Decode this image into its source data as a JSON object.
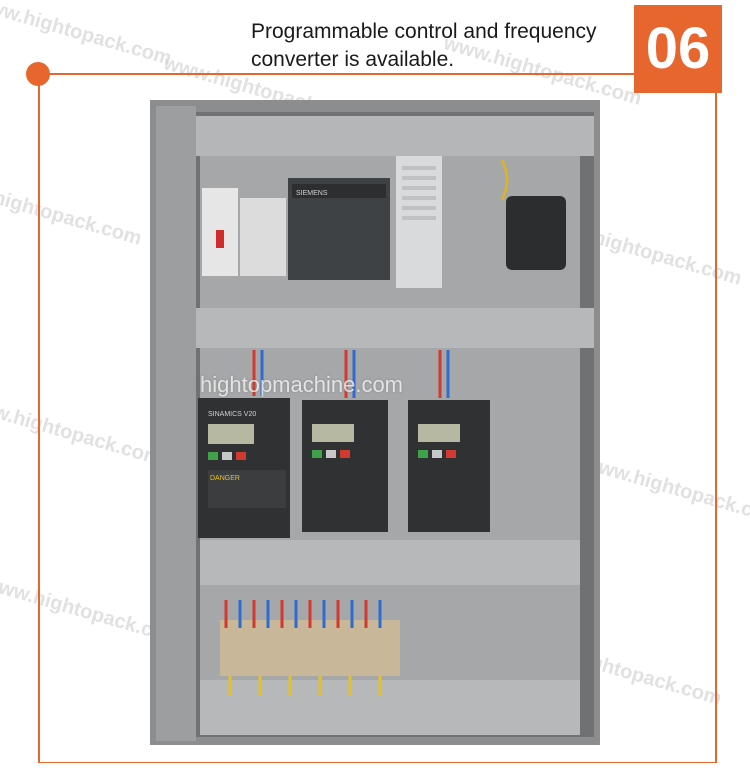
{
  "headline": {
    "line1": "Programmable control and frequency",
    "line2": "converter is available."
  },
  "step_badge": "06",
  "watermarks": {
    "main": "hightopmachine.com",
    "tile": "www.hightopack.com"
  },
  "photo": {
    "plc_brand": "SIEMENS",
    "vfd_model": "SINAMICS V20",
    "vfd_warning": "DANGER"
  },
  "colors": {
    "accent": "#e7662d",
    "cabinet": "#8b8d8f",
    "panel": "#a5a7a9"
  }
}
